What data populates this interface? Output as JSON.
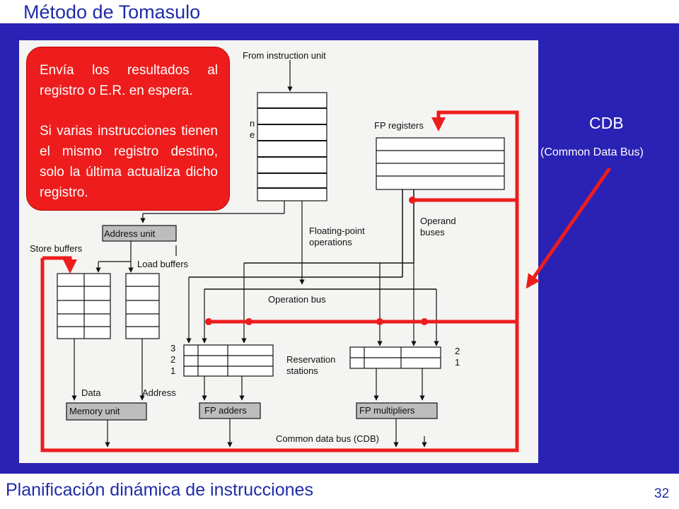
{
  "slide": {
    "title": "Método de Tomasulo",
    "footer": "Planificación dinámica de instrucciones",
    "page_number": "32"
  },
  "callout": {
    "paragraph1": "Envía los resultados al registro o E.R. en espera.",
    "paragraph2": "Si varias instrucciones tienen el mismo registro destino, solo la última actualiza dicho registro."
  },
  "cdb_annotation": {
    "title": "CDB",
    "subtitle": "(Common Data Bus)"
  },
  "diagram": {
    "from_instruction_unit": "From instruction unit",
    "fp_registers": "FP registers",
    "operand_buses": "Operand buses",
    "fp_operations": "Floating-point operations",
    "address_unit": "Address unit",
    "store_buffers": "Store buffers",
    "load_buffers": "Load buffers",
    "operation_bus": "Operation bus",
    "reservation_stations": "Reservation stations",
    "rs_left_numbers": [
      "3",
      "2",
      "1"
    ],
    "rs_right_numbers": [
      "2",
      "1"
    ],
    "data": "Data",
    "address": "Address",
    "memory_unit": "Memory unit",
    "fp_adders": "FP adders",
    "fp_multipliers": "FP multipliers",
    "common_data_bus": "Common data bus (CDB)",
    "queue_partial_1": "n",
    "queue_partial_2": "e"
  },
  "colors": {
    "band": "#2a22b4",
    "highlight": "#ee1c1c",
    "title_text": "#1f2ca8"
  }
}
